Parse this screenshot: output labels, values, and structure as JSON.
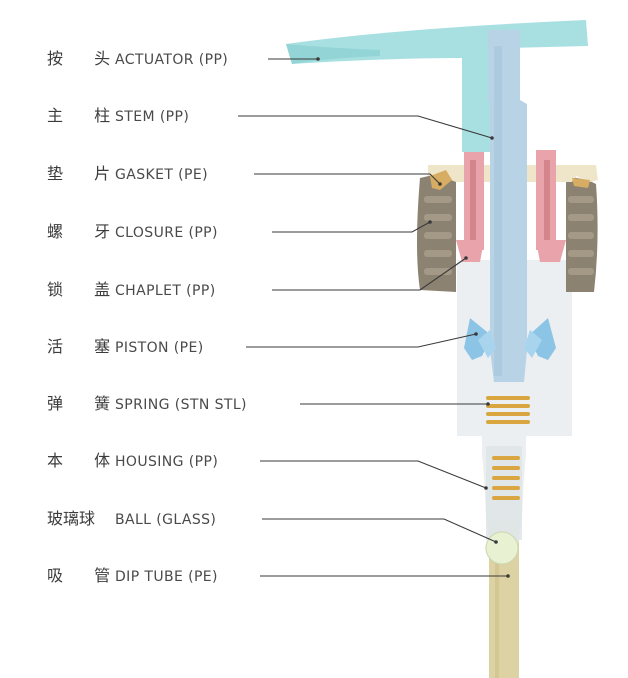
{
  "labels": [
    {
      "cn": "按 头",
      "en": "ACTUATOR (PP)"
    },
    {
      "cn": "主 柱",
      "en": "STEM (PP)"
    },
    {
      "cn": "垫 片",
      "en": "GASKET (PE)"
    },
    {
      "cn": "螺 牙",
      "en": "CLOSURE (PP)"
    },
    {
      "cn": "锁 盖",
      "en": "CHAPLET (PP)"
    },
    {
      "cn": "活 塞",
      "en": "PISTON (PE)"
    },
    {
      "cn": "弹 簧",
      "en": "SPRING (STN STL)"
    },
    {
      "cn": "本 体",
      "en": "HOUSING (PP)"
    },
    {
      "cn": "玻璃球",
      "en": "BALL (GLASS)"
    },
    {
      "cn": "吸 管",
      "en": "DIP TUBE (PE)"
    }
  ],
  "colors": {
    "actuator": "#a8e0e2",
    "stem": "#b9d3e6",
    "gasket": "#d6ad62",
    "closure": "#8b8271",
    "chaplet": "#e8a4aa",
    "piston": "#8cc4e6",
    "spring": "#d9a640",
    "housing": "#e9ecef",
    "ball": "#e8f2d3",
    "dip_tube": "#dcd2a3",
    "leader_line": "#3a3a3a"
  }
}
